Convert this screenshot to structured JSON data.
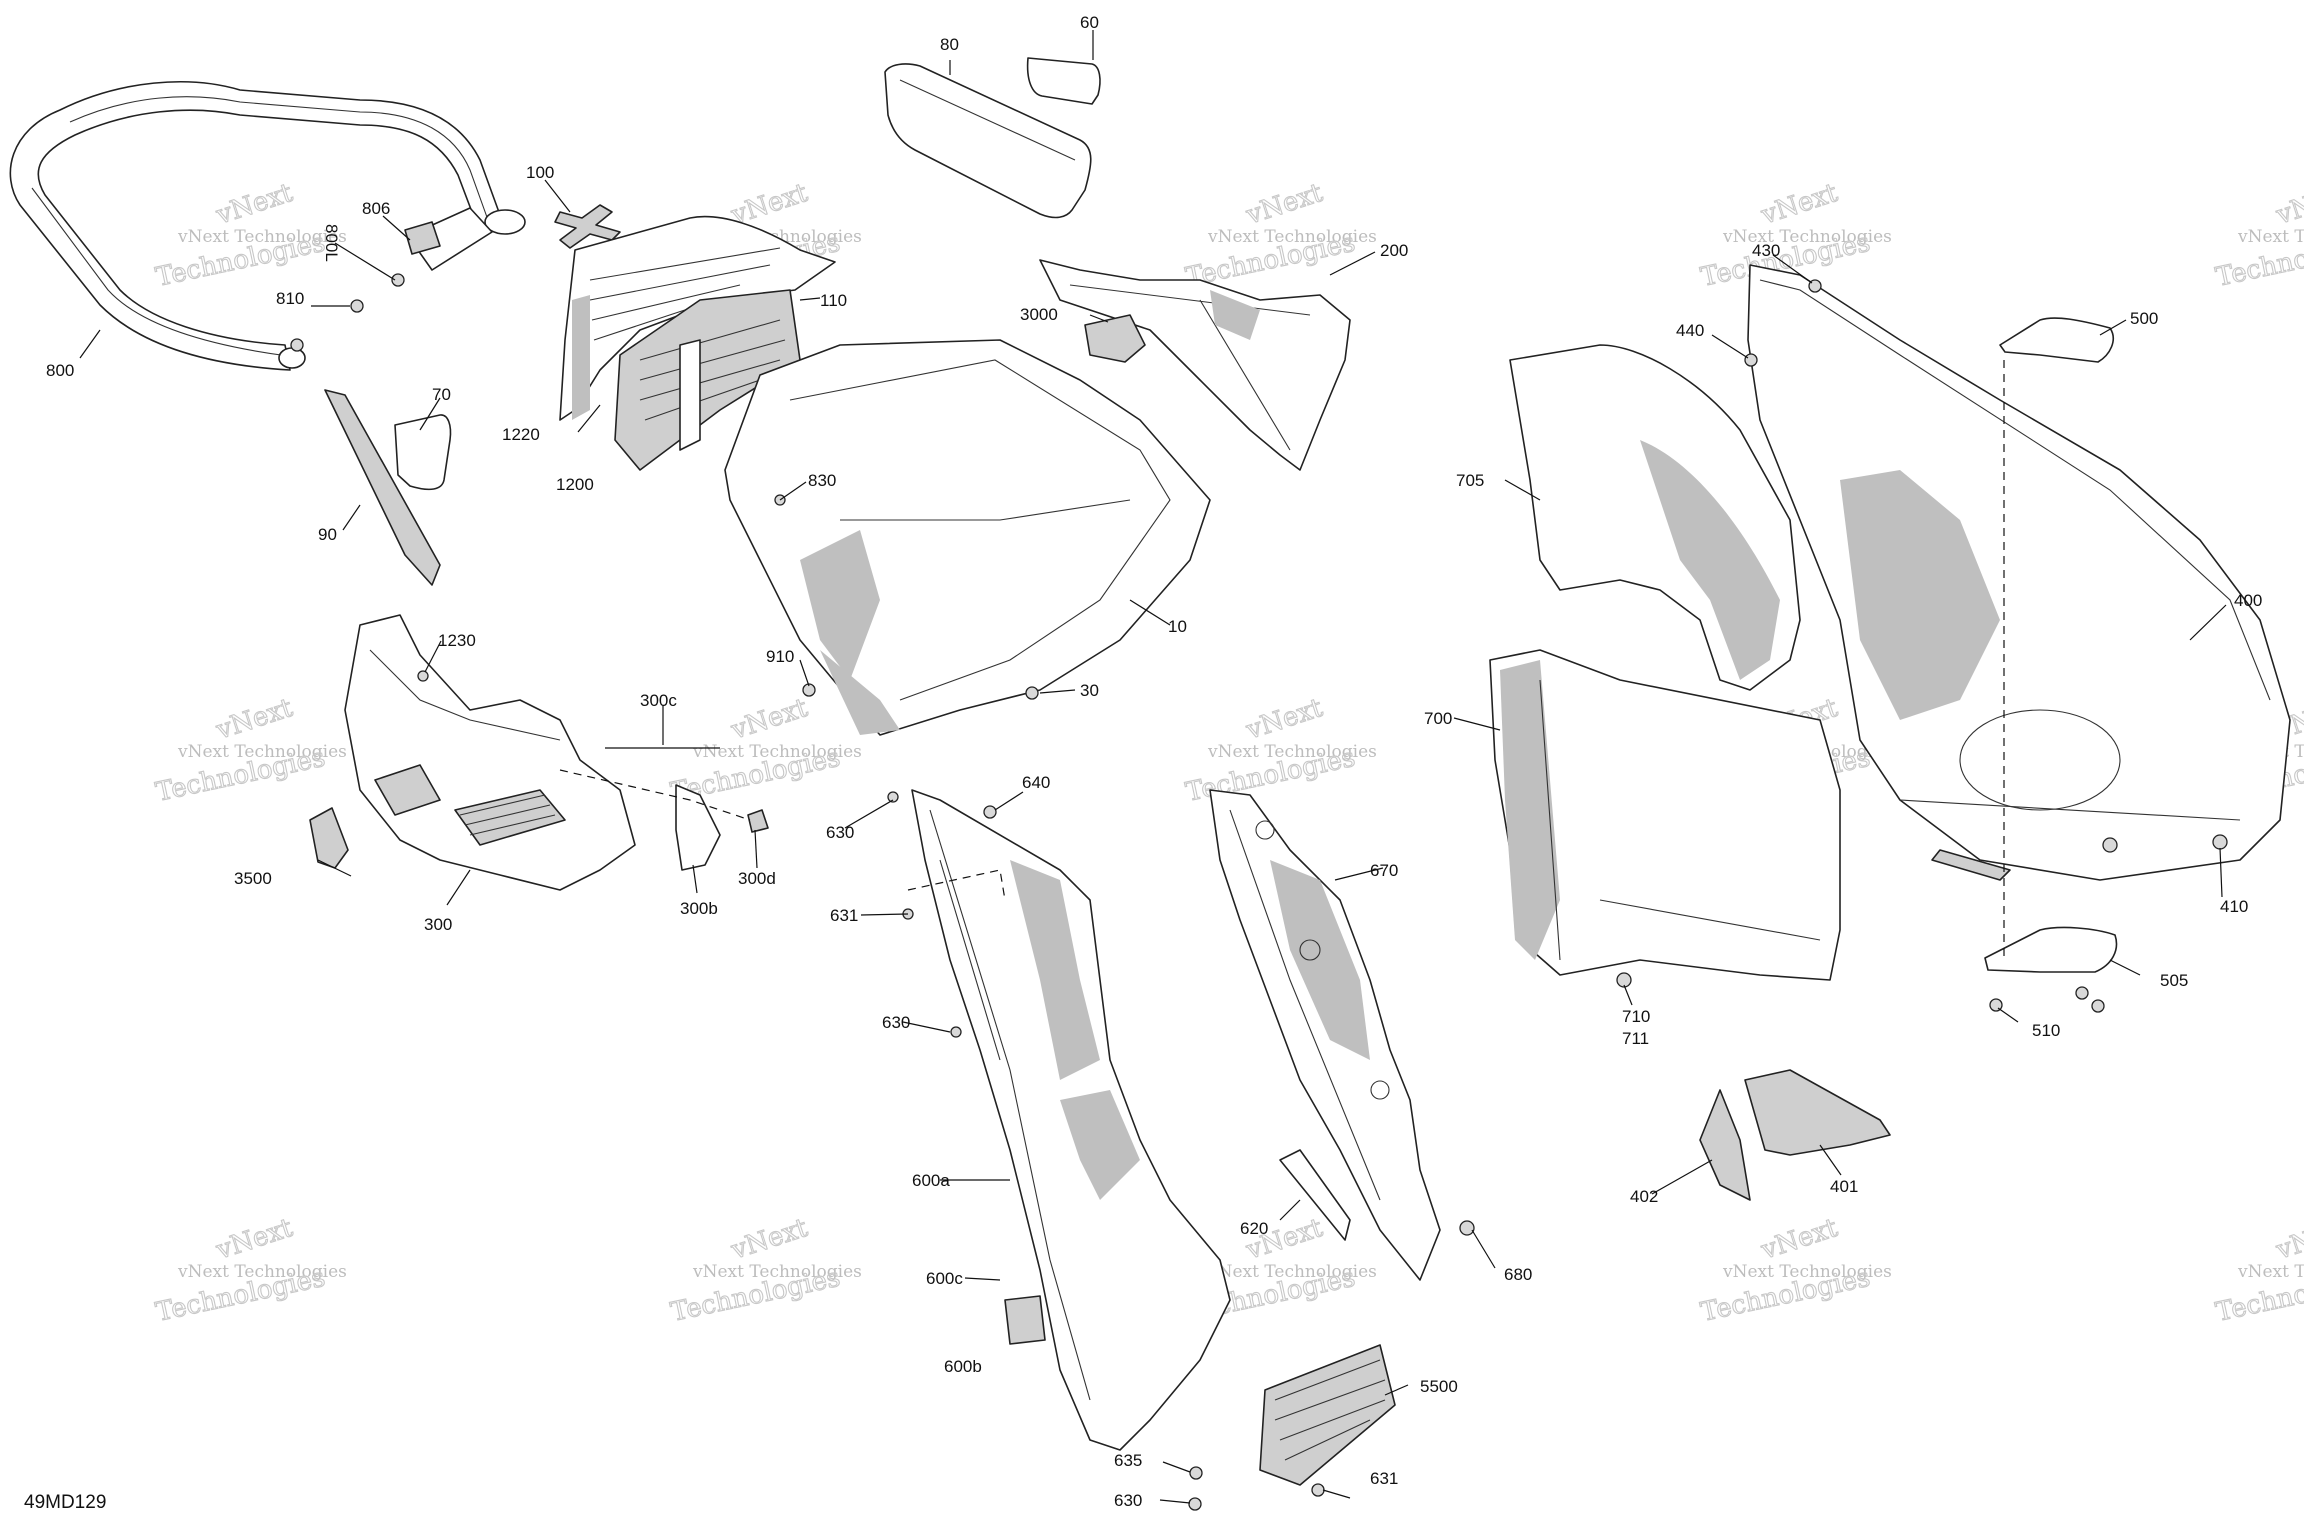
{
  "drawing_id": "49MD129",
  "watermark": {
    "line1": "vNext Technologies",
    "line2": "Technologies",
    "line3": "vNext"
  },
  "callouts": [
    {
      "id": "c60",
      "text": "60"
    },
    {
      "id": "c80",
      "text": "80"
    },
    {
      "id": "c100",
      "text": "100"
    },
    {
      "id": "c806",
      "text": "806"
    },
    {
      "id": "c800l",
      "text": "800L"
    },
    {
      "id": "c810",
      "text": "810"
    },
    {
      "id": "c800",
      "text": "800"
    },
    {
      "id": "c110",
      "text": "110"
    },
    {
      "id": "c200",
      "text": "200"
    },
    {
      "id": "c3000",
      "text": "3000"
    },
    {
      "id": "c70",
      "text": "70"
    },
    {
      "id": "c90",
      "text": "90"
    },
    {
      "id": "c1220",
      "text": "1220"
    },
    {
      "id": "c1200",
      "text": "1200"
    },
    {
      "id": "c830",
      "text": "830"
    },
    {
      "id": "c10",
      "text": "10"
    },
    {
      "id": "c910",
      "text": "910"
    },
    {
      "id": "c30",
      "text": "30"
    },
    {
      "id": "c1230",
      "text": "1230"
    },
    {
      "id": "c300c",
      "text": "300c"
    },
    {
      "id": "c3500",
      "text": "3500"
    },
    {
      "id": "c300",
      "text": "300"
    },
    {
      "id": "c300b",
      "text": "300b"
    },
    {
      "id": "c300d",
      "text": "300d"
    },
    {
      "id": "c640",
      "text": "640"
    },
    {
      "id": "c630a",
      "text": "630"
    },
    {
      "id": "c631a",
      "text": "631"
    },
    {
      "id": "c630b",
      "text": "630"
    },
    {
      "id": "c600a",
      "text": "600a"
    },
    {
      "id": "c600c",
      "text": "600c"
    },
    {
      "id": "c600b",
      "text": "600b"
    },
    {
      "id": "c635",
      "text": "635"
    },
    {
      "id": "c630c",
      "text": "630"
    },
    {
      "id": "c631b",
      "text": "631"
    },
    {
      "id": "c5500",
      "text": "5500"
    },
    {
      "id": "c670",
      "text": "670"
    },
    {
      "id": "c620",
      "text": "620"
    },
    {
      "id": "c680",
      "text": "680"
    },
    {
      "id": "c430",
      "text": "430"
    },
    {
      "id": "c440",
      "text": "440"
    },
    {
      "id": "c500",
      "text": "500"
    },
    {
      "id": "c705",
      "text": "705"
    },
    {
      "id": "c400",
      "text": "400"
    },
    {
      "id": "c700",
      "text": "700"
    },
    {
      "id": "c410",
      "text": "410"
    },
    {
      "id": "c710",
      "text": "710"
    },
    {
      "id": "c711",
      "text": "711"
    },
    {
      "id": "c505",
      "text": "505"
    },
    {
      "id": "c510",
      "text": "510"
    },
    {
      "id": "c402",
      "text": "402"
    },
    {
      "id": "c401",
      "text": "401"
    }
  ]
}
